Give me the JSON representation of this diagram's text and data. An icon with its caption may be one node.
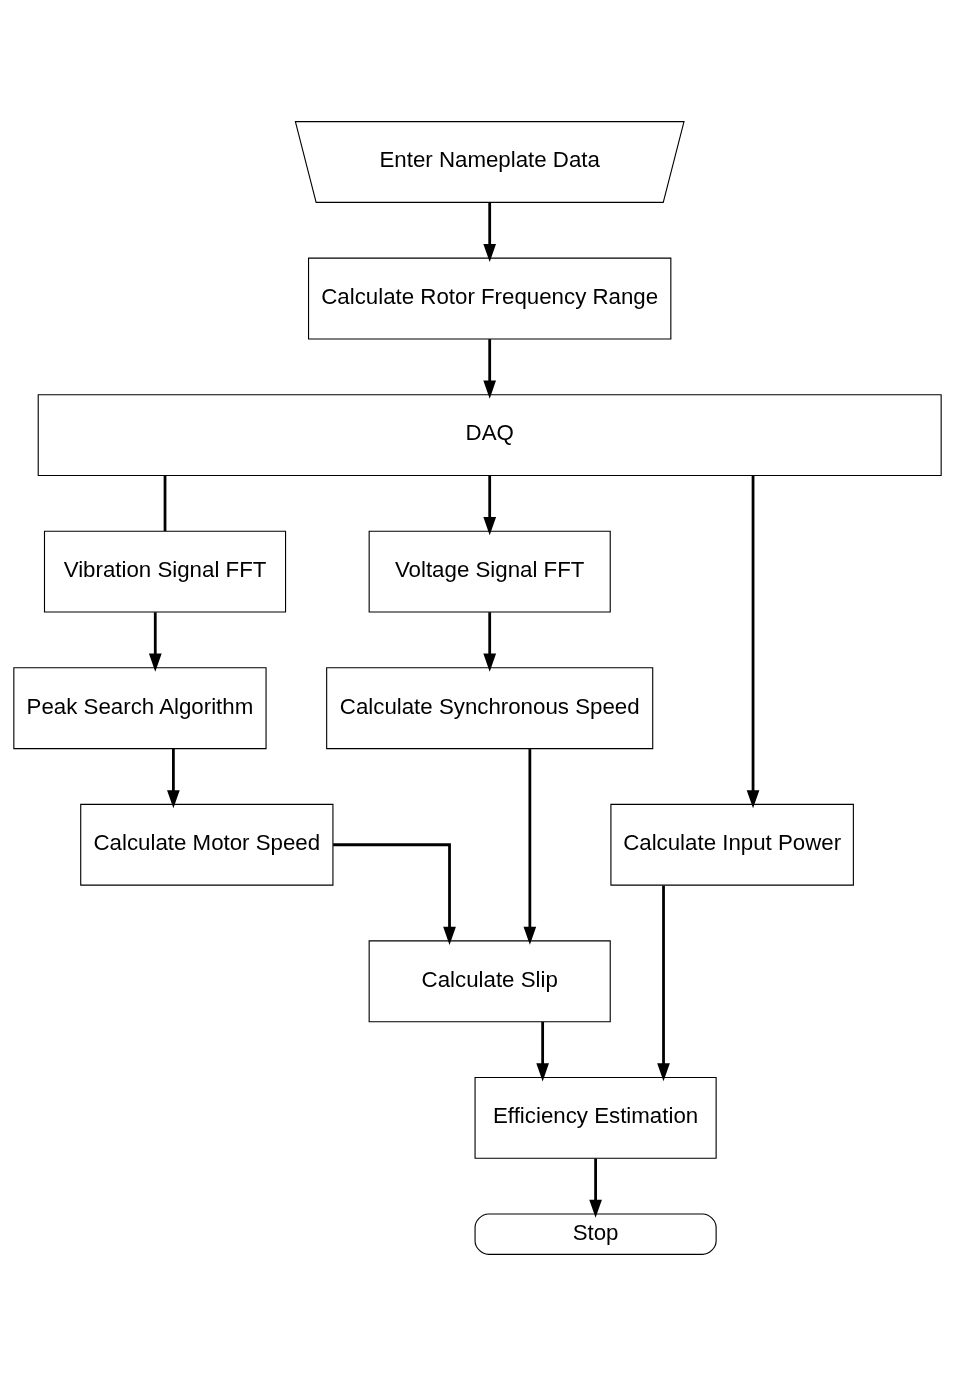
{
  "diagram": {
    "nodes": [
      {
        "text": [
          "Enter Nameplate Data"
        ]
      },
      {
        "text": [
          "Calculate Rotor Frequency Range"
        ]
      },
      {
        "text": [
          "DAQ"
        ]
      },
      {
        "text": [
          "Vibration Signal FFT"
        ]
      },
      {
        "text": [
          "Voltage Signal FFT"
        ]
      },
      {
        "text": [
          "Calculate Input Power"
        ]
      },
      {
        "text": [
          "Peak Search Algorithm"
        ]
      },
      {
        "text": [
          "Calculate Synchronous Speed"
        ]
      },
      {
        "text": [
          "Calculate Motor Speed"
        ]
      },
      {
        "text": [
          "Calculate Slip"
        ]
      },
      {
        "text": [
          "Efficiency Estimation"
        ]
      },
      {
        "text": [
          "Stop"
        ]
      }
    ],
    "edges": [
      {
        "from": 0,
        "to": 1,
        "arrow": "to"
      },
      {
        "from": 1,
        "to": 2,
        "arrow": "to"
      },
      {
        "from": 2,
        "to": 3,
        "arrow": "none"
      },
      {
        "from": 2,
        "to": 4,
        "arrow": "to"
      },
      {
        "from": 2,
        "to": 5,
        "arrow": "to"
      },
      {
        "from": 3,
        "to": 6,
        "arrow": "to"
      },
      {
        "from": 6,
        "to": 8,
        "arrow": "to"
      },
      {
        "from": 4,
        "to": 7,
        "arrow": "to"
      },
      {
        "from": 8,
        "to": 9,
        "arrow": "to"
      },
      {
        "from": 7,
        "to": 9,
        "arrow": "to"
      },
      {
        "from": 9,
        "to": 10,
        "arrow": "to"
      },
      {
        "from": 5,
        "to": 10,
        "arrow": "to"
      },
      {
        "from": 10,
        "to": 11,
        "arrow": "to"
      }
    ]
  }
}
